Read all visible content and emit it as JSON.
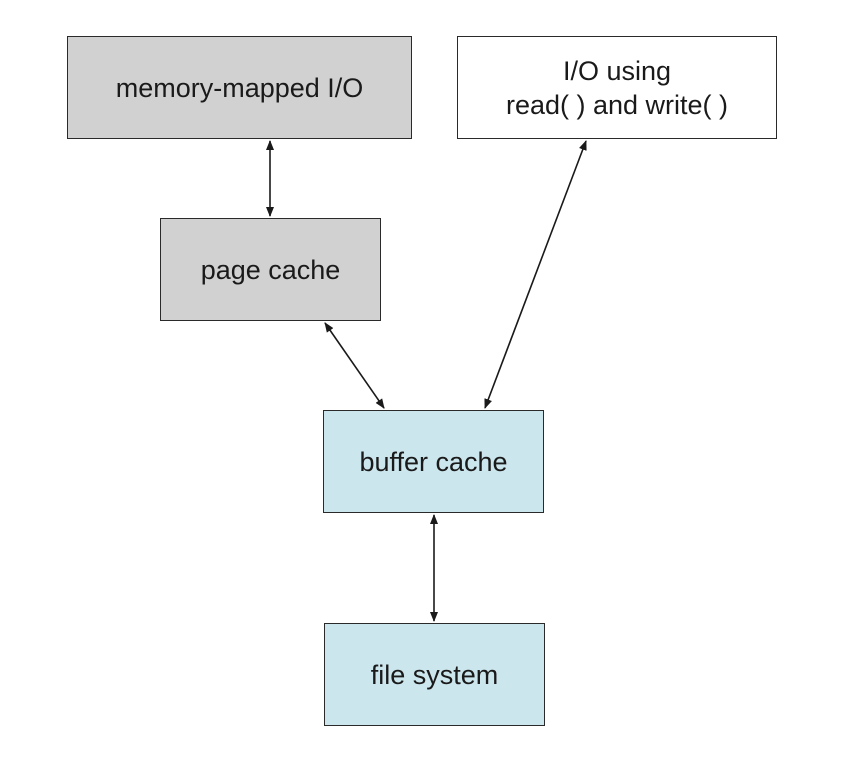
{
  "colors": {
    "gray_box": "#d1d1d1",
    "white_box": "#ffffff",
    "blue_box": "#cce6ee",
    "stroke": "#1a1a1a"
  },
  "nodes": {
    "memory_mapped_io": {
      "label": "memory-mapped I/O"
    },
    "io_read_write": {
      "label": "I/O using\nread( ) and write( )"
    },
    "page_cache": {
      "label": "page cache"
    },
    "buffer_cache": {
      "label": "buffer cache"
    },
    "file_system": {
      "label": "file system"
    }
  }
}
